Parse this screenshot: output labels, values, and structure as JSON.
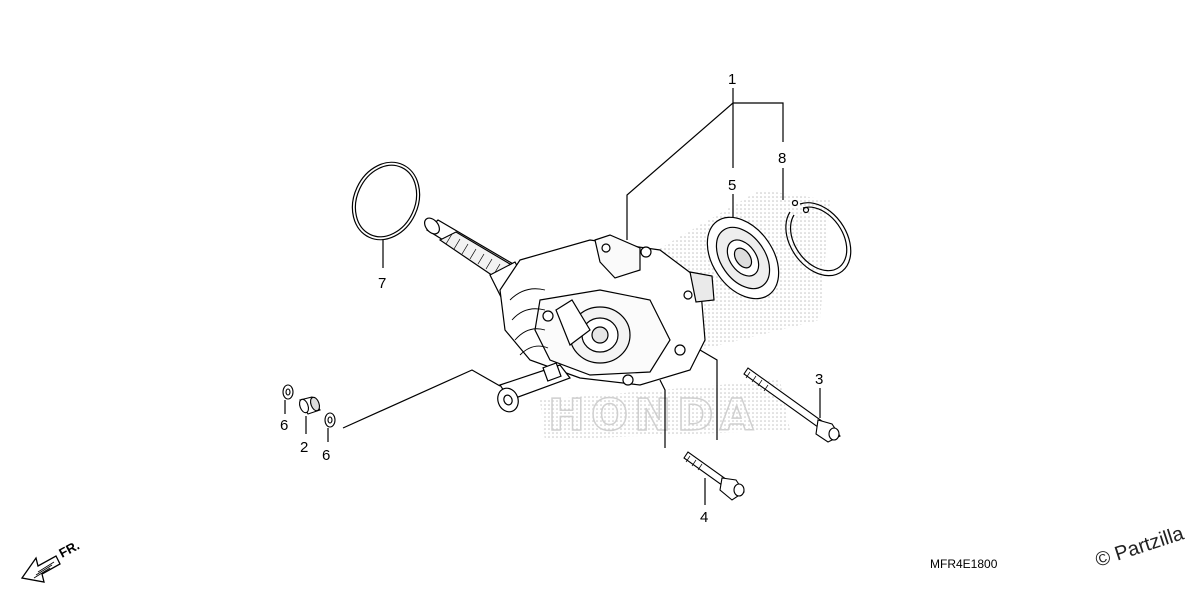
{
  "diagram": {
    "callouts": {
      "p1": "1",
      "p2": "2",
      "p3": "3",
      "p4": "4",
      "p5": "5",
      "p6a": "6",
      "p6b": "6",
      "p7": "7",
      "p8": "8"
    },
    "diagram_code": "MFR4E1800",
    "direction_label": "FR.",
    "copyright": "© Partzilla",
    "watermark": "HONDA"
  }
}
